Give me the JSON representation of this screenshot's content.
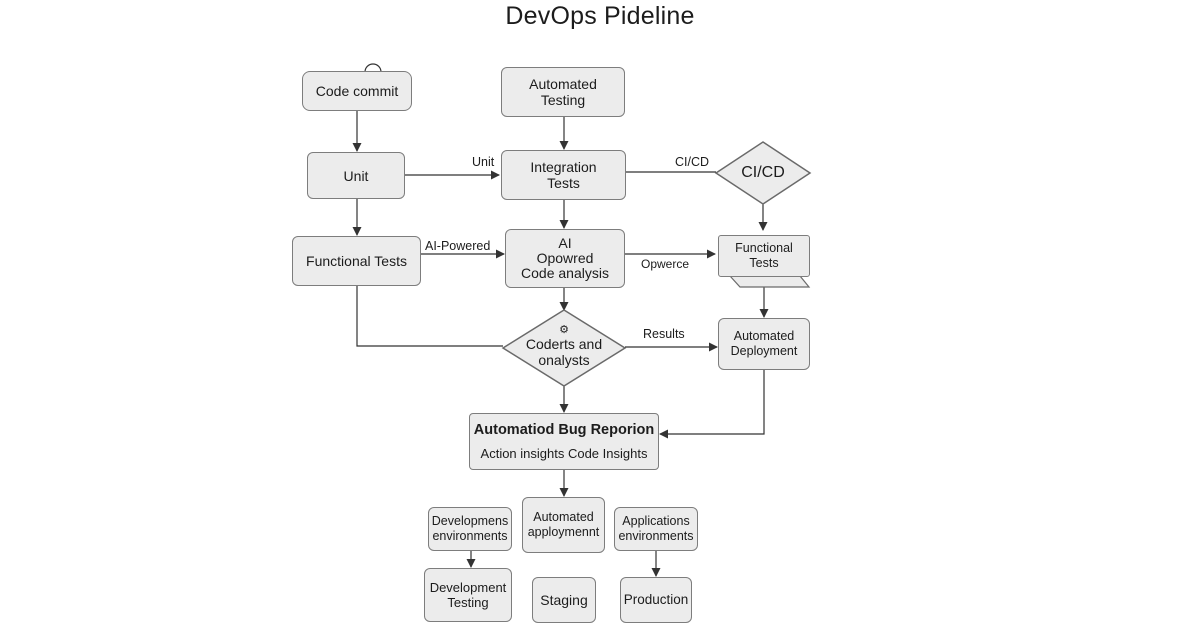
{
  "title": "DevOps Pideline",
  "nodes": {
    "code_commit": "Code commit",
    "automated_testing": [
      "Automated",
      "Testing"
    ],
    "unit": "Unit",
    "integration_tests": [
      "Integration",
      "Tests"
    ],
    "cicd": "CI/CD",
    "functional_tests_left": "Functional Tests",
    "ai_analysis": [
      "AI",
      "Opowred",
      "Code analysis"
    ],
    "functional_tests_right": [
      "Functional",
      "Tests"
    ],
    "coderts": [
      "Coderts and",
      "onalysts"
    ],
    "coderts_icon": "gear-icon",
    "automated_deployment": [
      "Automated",
      "Deployment"
    ],
    "bug_report": {
      "title": "Automatiod Bug Reporion",
      "subtitle": "Action insights Code Insights"
    },
    "dev_env": [
      "Developmens",
      "environments"
    ],
    "auto_apply": [
      "Automated",
      "apploymennt"
    ],
    "app_env": [
      "Applications",
      "environments"
    ],
    "dev_testing": [
      "Development",
      "Testing"
    ],
    "staging": "Staging",
    "production": "Production"
  },
  "edge_labels": {
    "unit": "Unit",
    "cicd": "CI/CD",
    "ai_powered": "AI-Powered",
    "opwerce": "Opwerce",
    "results": "Results"
  }
}
